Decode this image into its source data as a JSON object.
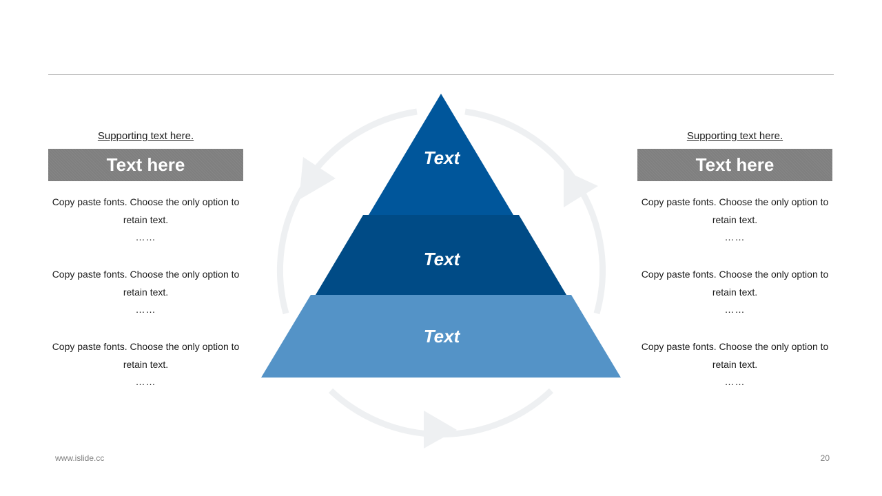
{
  "left_panel": {
    "supporting": "Supporting text here.",
    "heading": "Text here",
    "items": [
      {
        "text": "Copy paste fonts. Choose the only option to retain text.",
        "ellipsis": "……"
      },
      {
        "text": "Copy paste fonts. Choose the only option to retain text.",
        "ellipsis": "……"
      },
      {
        "text": "Copy paste fonts. Choose the only option to retain text.",
        "ellipsis": "……"
      }
    ]
  },
  "right_panel": {
    "supporting": "Supporting text here.",
    "heading": "Text here",
    "items": [
      {
        "text": "Copy paste fonts. Choose the only option to retain text.",
        "ellipsis": "……"
      },
      {
        "text": "Copy paste fonts. Choose the only option to retain text.",
        "ellipsis": "……"
      },
      {
        "text": "Copy paste fonts. Choose the only option to retain text.",
        "ellipsis": "……"
      }
    ]
  },
  "pyramid": {
    "tiers": [
      {
        "label": "Text",
        "color": "#00569b"
      },
      {
        "label": "Text",
        "color": "#004b86"
      },
      {
        "label": "Text",
        "color": "#5493c7"
      }
    ]
  },
  "cycle": {
    "color": "#eef0f2"
  },
  "header": {
    "rule_color": "#a6a6a6",
    "box_color": "#7f7f7f"
  },
  "footer": {
    "website": "www.islide.cc",
    "page_number": "20"
  }
}
